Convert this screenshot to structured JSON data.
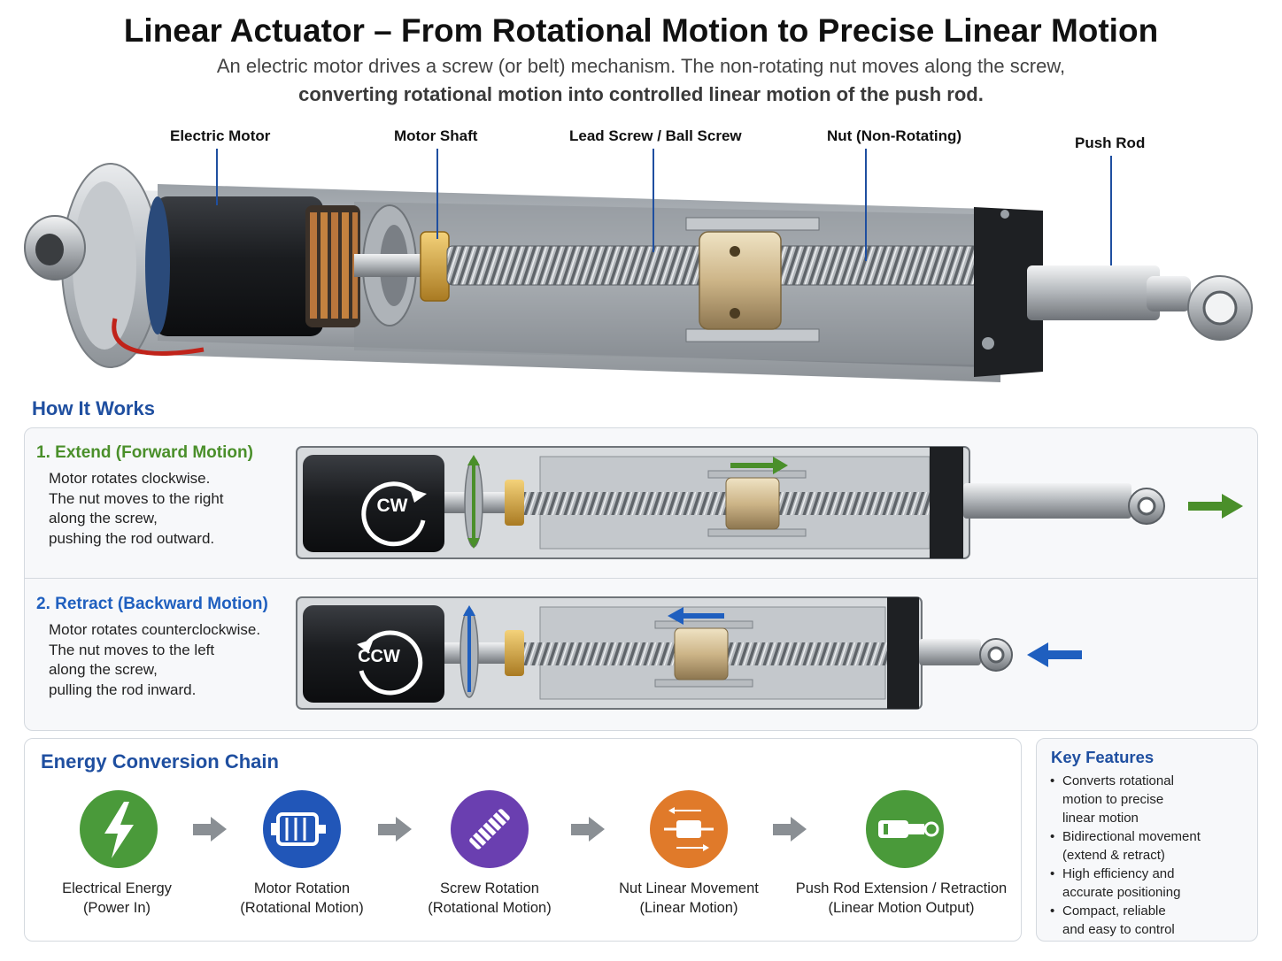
{
  "header": {
    "title": "Linear Actuator – From Rotational Motion to Precise Linear Motion",
    "subtitle_line1": "An electric motor drives a screw (or belt) mechanism. The non-rotating nut moves along the screw,",
    "subtitle_line2": "converting rotational motion into controlled linear motion of the push rod."
  },
  "callouts": [
    "Electric Motor",
    "Motor Shaft",
    "Lead Screw / Ball Screw",
    "Nut (Non-Rotating)",
    "Push Rod"
  ],
  "how_it_works": {
    "title": "How It Works",
    "steps": [
      {
        "number": "1.",
        "title": "Extend (Forward Motion)",
        "lines": [
          "Motor rotates clockwise.",
          "The nut moves to the right",
          "along the screw,",
          "pushing the rod outward."
        ],
        "motor_label": "CW",
        "color": "#4a8f2a"
      },
      {
        "number": "2.",
        "title": "Retract (Backward Motion)",
        "lines": [
          "Motor rotates counterclockwise.",
          "The nut moves to the left",
          "along the screw,",
          "pulling the rod inward."
        ],
        "motor_label": "CCW",
        "color": "#1f5fbf"
      }
    ]
  },
  "energy_chain": {
    "title": "Energy Conversion Chain",
    "stages": [
      {
        "line1": "Electrical Energy",
        "line2": "(Power In)",
        "color": "#4a9a3a",
        "icon": "lightning-icon"
      },
      {
        "line1": "Motor Rotation",
        "line2": "(Rotational Motion)",
        "color": "#2156b8",
        "icon": "motor-icon"
      },
      {
        "line1": "Screw Rotation",
        "line2": "(Rotational Motion)",
        "color": "#6a3fb0",
        "icon": "screw-icon"
      },
      {
        "line1": "Nut Linear Movement",
        "line2": "(Linear Motion)",
        "color": "#e07a2a",
        "icon": "nut-icon"
      },
      {
        "line1": "Push Rod Extension / Retraction",
        "line2": "(Linear Motion Output)",
        "color": "#4a9a3a",
        "icon": "push-rod-icon"
      }
    ]
  },
  "key_features": {
    "title": "Key Features",
    "items": [
      [
        "Converts rotational",
        "motion to precise",
        "linear motion"
      ],
      [
        "Bidirectional movement",
        "(extend & retract)"
      ],
      [
        "High efficiency and",
        "accurate positioning"
      ],
      [
        "Compact, reliable",
        "and easy to control"
      ]
    ]
  }
}
